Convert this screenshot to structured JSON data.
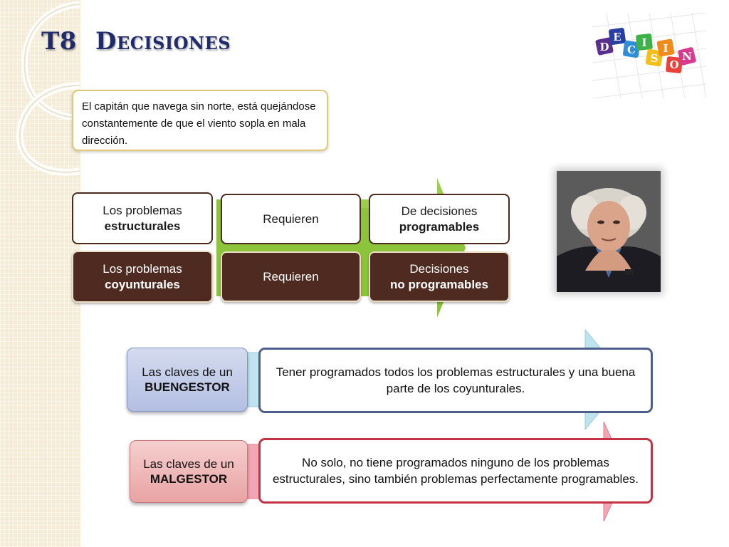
{
  "slide": {
    "code": "T8",
    "title": "Decisiones"
  },
  "quote": "El capitán que navega sin norte, está quejándose constantemente de que el viento sopla en mala dirección.",
  "logo_letters": [
    "D",
    "E",
    "C",
    "I",
    "S",
    "I",
    "O",
    "N"
  ],
  "flow": {
    "row1": {
      "col1": {
        "line1": "Los problemas",
        "line2": "estructurales"
      },
      "col2": "Requieren",
      "col3": {
        "line1": "De decisiones",
        "line2": "programables"
      }
    },
    "row2": {
      "col1": {
        "line1": "Los problemas",
        "line2": "coyunturales"
      },
      "col2": "Requieren",
      "col3": {
        "line1": "Decisiones",
        "line2": "no programables"
      }
    }
  },
  "keys": {
    "good": {
      "line1": "Las claves de un",
      "line2": "BUEN",
      "line3": "GESTOR",
      "text": "Tener programados todos los problemas estructurales y una buena parte de los coyunturales."
    },
    "bad": {
      "line1": "Las claves de un",
      "line2": "MAL",
      "line3": "GESTOR",
      "text": "No solo, no tiene programados ninguno de los problemas estructurales,  sino también problemas perfectamente programables."
    }
  },
  "colors": {
    "title": "#1f2b6a",
    "green_arrow": "#8cc43c",
    "dark_box": "#4e2a20",
    "blue_border": "#4e5f8c",
    "red_border": "#c43344"
  }
}
